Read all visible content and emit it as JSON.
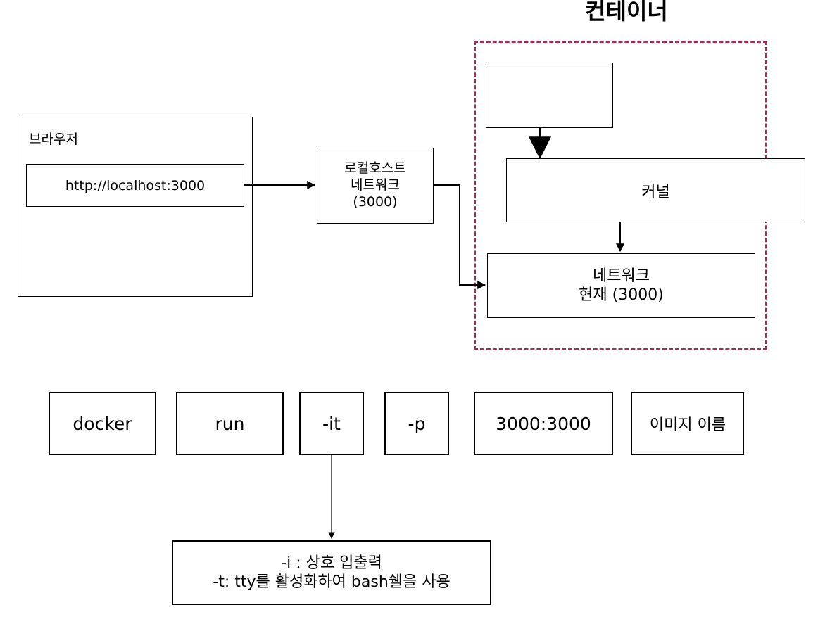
{
  "container": {
    "title": "컨테이너",
    "border_color": "#9c2f55"
  },
  "browser": {
    "title": "브라우저",
    "url": "http://localhost:3000"
  },
  "localhost_network": {
    "line1": "로컬호스트",
    "line2": "네트워크",
    "line3": "(3000)"
  },
  "kernel": {
    "label": "커널"
  },
  "container_network": {
    "line1": "네트워크",
    "line2": "현재 (3000)"
  },
  "command": {
    "tokens": [
      "docker",
      "run",
      "-it",
      "-p",
      "3000:3000",
      "이미지 이름"
    ]
  },
  "it_note": {
    "line1": "-i : 상호 입출력",
    "line2": "-t: tty를 활성화하여 bash쉘을 사용"
  }
}
